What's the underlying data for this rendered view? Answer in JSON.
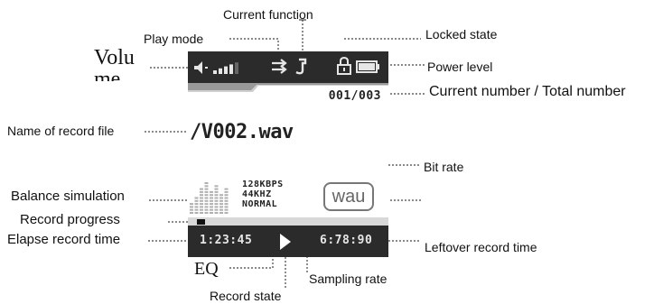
{
  "labels": {
    "current_function": "Current function",
    "play_mode": "Play mode",
    "locked_state": "Locked state",
    "volume_line1": "Volu",
    "volume_line2": "me",
    "power_level": "Power level",
    "current_total_number": "Current number / Total number",
    "name_of_record_file": "Name of record file",
    "bit_rate": "Bit rate",
    "balance_simulation": "Balance simulation",
    "record_progress": "Record progress",
    "elapse_record_time": "Elapse record time",
    "leftover_record_time": "Leftover record time",
    "eq": "EQ",
    "sampling_rate": "Sampling rate",
    "record_state": "Record state"
  },
  "screen": {
    "track_counter": "001/003",
    "file_name": "/V002.wav",
    "bitrate": "128KBPS",
    "sample_rate": "44KHZ",
    "eq_mode": "NORMAL",
    "format_badge": "wau",
    "elapsed_time": "1:23:45",
    "leftover_time": "6:78:90",
    "volume_level": 0.8,
    "battery_level": 1.0,
    "record_progress": 0.04
  },
  "colors": {
    "screen_bar": "#2b2b2b",
    "leader": "#444444"
  }
}
